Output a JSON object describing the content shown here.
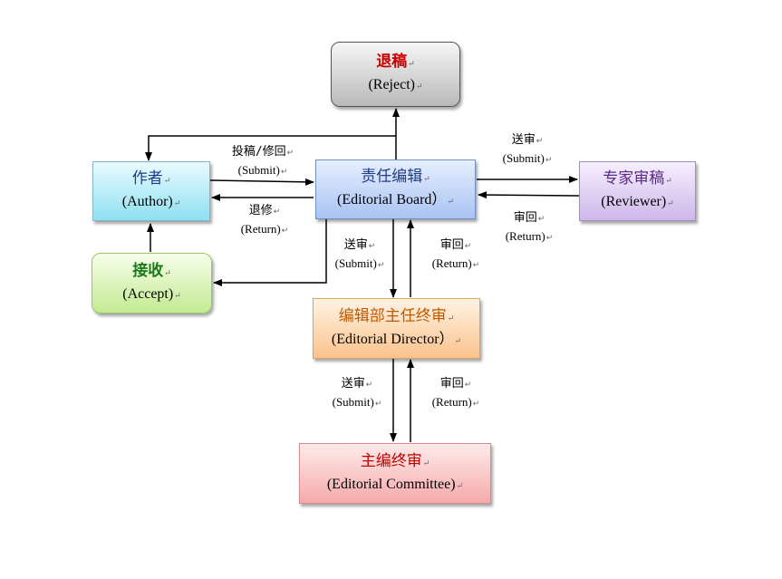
{
  "nodes": {
    "reject": {
      "zh": "退稿",
      "en": "(Reject)",
      "color": "#cc0000"
    },
    "author": {
      "zh": "作者",
      "en": "(Author)",
      "color": "#1f3c88"
    },
    "board": {
      "zh": "责任编辑",
      "en": "(Editorial Board）",
      "color": "#1f3c88"
    },
    "reviewer": {
      "zh": "专家审稿",
      "en": "(Reviewer)",
      "color": "#5b2a86"
    },
    "accept": {
      "zh": "接收",
      "en": "(Accept)",
      "color": "#1a7a1a"
    },
    "director": {
      "zh": "编辑部主任终审",
      "en": "(Editorial Director）",
      "color": "#c05a00"
    },
    "committee": {
      "zh": "主编终审",
      "en": "(Editorial Committee)",
      "color": "#c00000"
    }
  },
  "edges": {
    "author_to_board": {
      "zh": "投稿/修回",
      "en": "(Submit)"
    },
    "board_to_author": {
      "zh": "退修",
      "en": "(Return)"
    },
    "board_to_reviewer": {
      "zh": "送审",
      "en": "(Submit)"
    },
    "reviewer_to_board": {
      "zh": "审回",
      "en": "(Return)"
    },
    "board_to_director": {
      "zh": "送审",
      "en": "(Submit)"
    },
    "director_to_board": {
      "zh": "审回",
      "en": "(Return)"
    },
    "director_to_committee": {
      "zh": "送审",
      "en": "(Submit)"
    },
    "committee_to_director": {
      "zh": "审回",
      "en": "(Return)"
    }
  },
  "paragraph_mark": "↵"
}
